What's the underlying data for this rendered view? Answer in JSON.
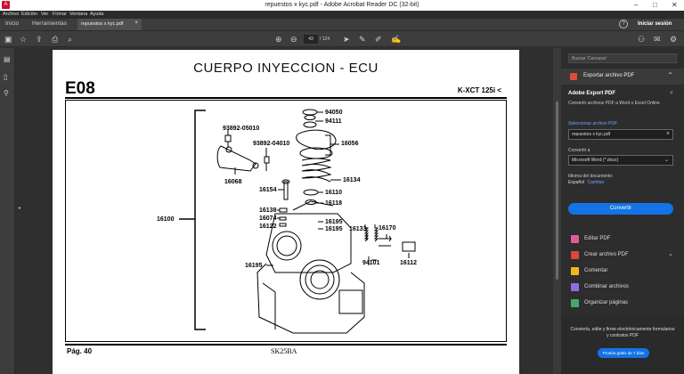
{
  "window": {
    "title": "repuestos x kyc.pdf - Adobe Acrobat Reader DC (32-bit)",
    "app_icon": "acrobat-icon",
    "controls": [
      "minimize-icon",
      "maximize-icon",
      "close-icon"
    ]
  },
  "menu": [
    "Archivo",
    "Edición",
    "Ver",
    "Firmar",
    "Ventana",
    "Ayuda"
  ],
  "tabs": {
    "home": "Inicio",
    "tools": "Herramientas",
    "document": "repuestos x kyc.pdf",
    "close_glyph": "×",
    "signin": "Iniciar sesión"
  },
  "toolbar": {
    "current_page": "43",
    "total_pages": "/ 124"
  },
  "pdf": {
    "title": "CUERPO INYECCION - ECU",
    "code": "E08",
    "model": "K-XCT 125i <",
    "footer_left": "Pág. 40",
    "footer_center": "SK25BA",
    "part_labels": [
      "94050",
      "94111",
      "93892-05010",
      "93892-04010",
      "16056",
      "16068",
      "16134",
      "16154",
      "16110",
      "16118",
      "16100",
      "16138",
      "16074",
      "16195",
      "16122",
      "16195",
      "16133",
      "16170",
      "16195",
      "94101",
      "16112"
    ]
  },
  "right_panel": {
    "search_placeholder": "Buscar 'Censurar'",
    "export_header": "Exportar archivo PDF",
    "export_title": "Adobe Export PDF",
    "export_desc": "Convertir archivos PDF a Word o Excel Online",
    "select_label": "Seleccionar archivo PDF",
    "selected_file": "repuestos x kyc.pdf",
    "convert_to_label": "Convertir a",
    "convert_to_value": "Microsoft Word (*.docx)",
    "doc_lang_label": "Idioma del documento:",
    "doc_lang_value": "Español",
    "doc_lang_change": "Cambiar",
    "convert_button": "Convertir",
    "tools": [
      {
        "label": "Editar PDF",
        "color": "#e05d9c"
      },
      {
        "label": "Crear archivo PDF",
        "color": "#e0463a"
      },
      {
        "label": "Comentar",
        "color": "#f0b71c"
      },
      {
        "label": "Combinar archivos",
        "color": "#8e6ee0"
      },
      {
        "label": "Organizar páginas",
        "color": "#43a96b"
      }
    ],
    "promo_text": "Convierta, edite y firme electrónicamente formularios y contratos PDF",
    "promo_button": "Prueba gratis de 7 días"
  },
  "colors": {
    "accent": "#1473e6",
    "panel_bg": "#2d2d2d",
    "toolbar_bg": "#3d3d3d"
  }
}
